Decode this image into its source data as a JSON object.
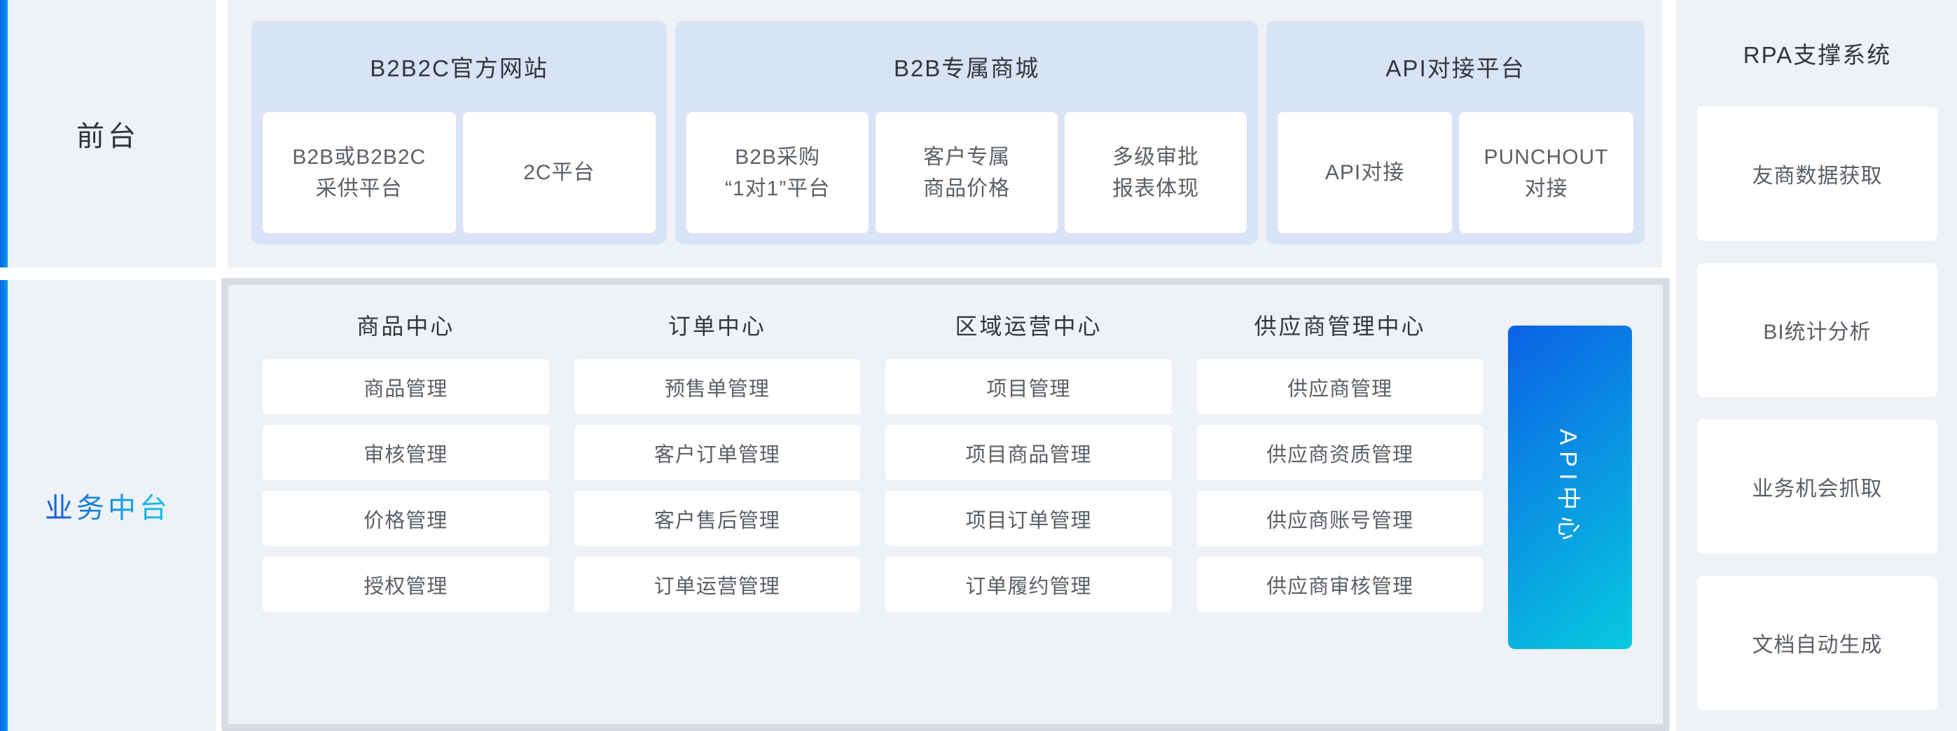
{
  "front": {
    "label": "前台",
    "groups": [
      {
        "title": "B2B2C官方网站",
        "items": [
          "B2B或B2B2C\n采供平台",
          "2C平台"
        ]
      },
      {
        "title": "B2B专属商城",
        "items": [
          "B2B采购\n“1对1”平台",
          "客户专属\n商品价格",
          "多级审批\n报表体现"
        ]
      },
      {
        "title": "API对接平台",
        "items": [
          "API对接",
          "PUNCHOUT\n对接"
        ]
      }
    ]
  },
  "biz": {
    "label": "业务中台",
    "api_center_label": "API中心",
    "columns": [
      {
        "title": "商品中心",
        "items": [
          "商品管理",
          "审核管理",
          "价格管理",
          "授权管理"
        ]
      },
      {
        "title": "订单中心",
        "items": [
          "预售单管理",
          "客户订单管理",
          "客户售后管理",
          "订单运营管理"
        ]
      },
      {
        "title": "区域运营中心",
        "items": [
          "项目管理",
          "项目商品管理",
          "项目订单管理",
          "订单履约管理"
        ]
      },
      {
        "title": "供应商管理中心",
        "items": [
          "供应商管理",
          "供应商资质管理",
          "供应商账号管理",
          "供应商审核管理"
        ]
      }
    ]
  },
  "rpa": {
    "title": "RPA支撑系统",
    "items": [
      "友商数据获取",
      "BI统计分析",
      "业务机会抓取",
      "文档自动生成"
    ]
  },
  "colors": {
    "panel_bg": "#eef1f6",
    "group_bg": "#d8e3f5",
    "card_bg": "#ffffff",
    "box_border": "#d8dce2",
    "title_text": "#33373d",
    "card_text": "#5b6066",
    "accent_bar_gradient": [
      "#1063e2",
      "#00a1f2"
    ],
    "biz_label_gradient": [
      "#1956d6",
      "#12c7e9"
    ],
    "api_center_gradient": [
      "#0b61e6",
      "#08cadf"
    ]
  }
}
